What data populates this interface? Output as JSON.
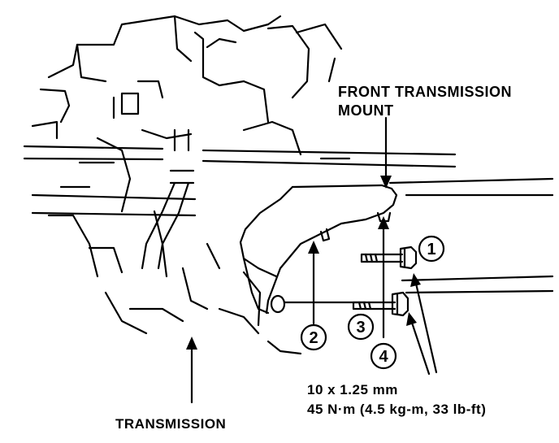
{
  "labels": {
    "front_mount_line1": "FRONT TRANSMISSION",
    "front_mount_line2": "MOUNT",
    "transmission": "TRANSMISSION",
    "bolt_size": "10 x 1.25 mm",
    "torque": "45 N·m (4.5 kg-m, 33 lb-ft)"
  },
  "callouts": [
    "1",
    "2",
    "3",
    "4"
  ]
}
